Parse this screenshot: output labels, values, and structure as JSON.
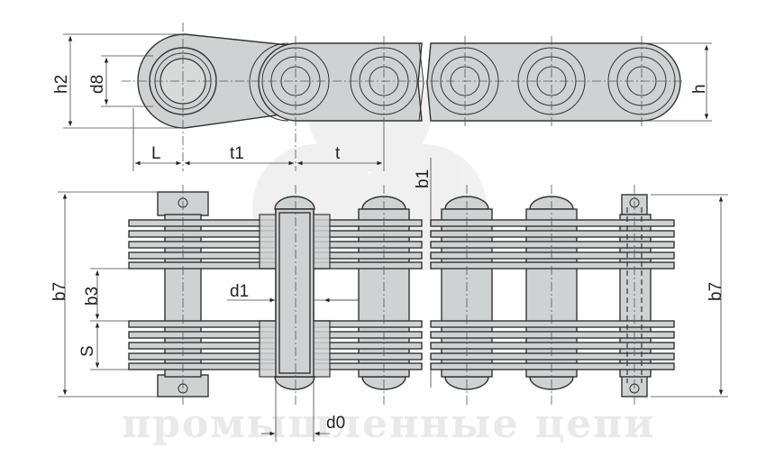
{
  "labels": {
    "h2": "h2",
    "d8": "d8",
    "h": "h",
    "L": "L",
    "t1": "t1",
    "t": "t",
    "b1": "b1",
    "b7_left": "b7",
    "b7_right": "b7",
    "b3": "b3",
    "S": "S",
    "d1": "d1",
    "d0": "d0"
  },
  "watermark": "промышленные цепи",
  "colors": {
    "plate": "#cfd2d3",
    "stroke": "#333333",
    "watermark": "#e9e9e9"
  }
}
